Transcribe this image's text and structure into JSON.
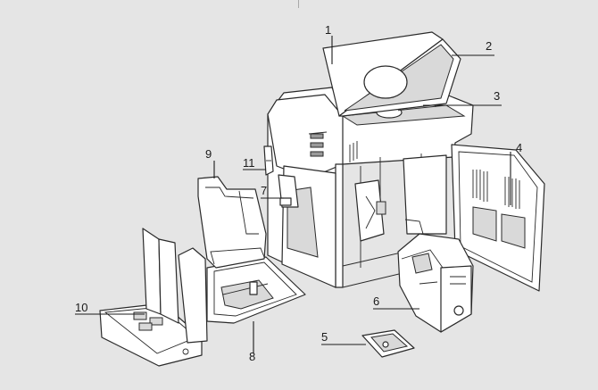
{
  "callouts": [
    {
      "id": "1",
      "label": "1"
    },
    {
      "id": "2",
      "label": "2"
    },
    {
      "id": "3",
      "label": "3"
    },
    {
      "id": "4",
      "label": "4"
    },
    {
      "id": "5",
      "label": "5"
    },
    {
      "id": "6",
      "label": "6"
    },
    {
      "id": "7",
      "label": "7"
    },
    {
      "id": "8",
      "label": "8"
    },
    {
      "id": "9",
      "label": "9"
    },
    {
      "id": "10",
      "label": "10"
    },
    {
      "id": "11",
      "label": "11"
    }
  ],
  "colors": {
    "background": "#e5e5e5",
    "line": "#1a1a1a",
    "part_fill": "#ffffff"
  }
}
